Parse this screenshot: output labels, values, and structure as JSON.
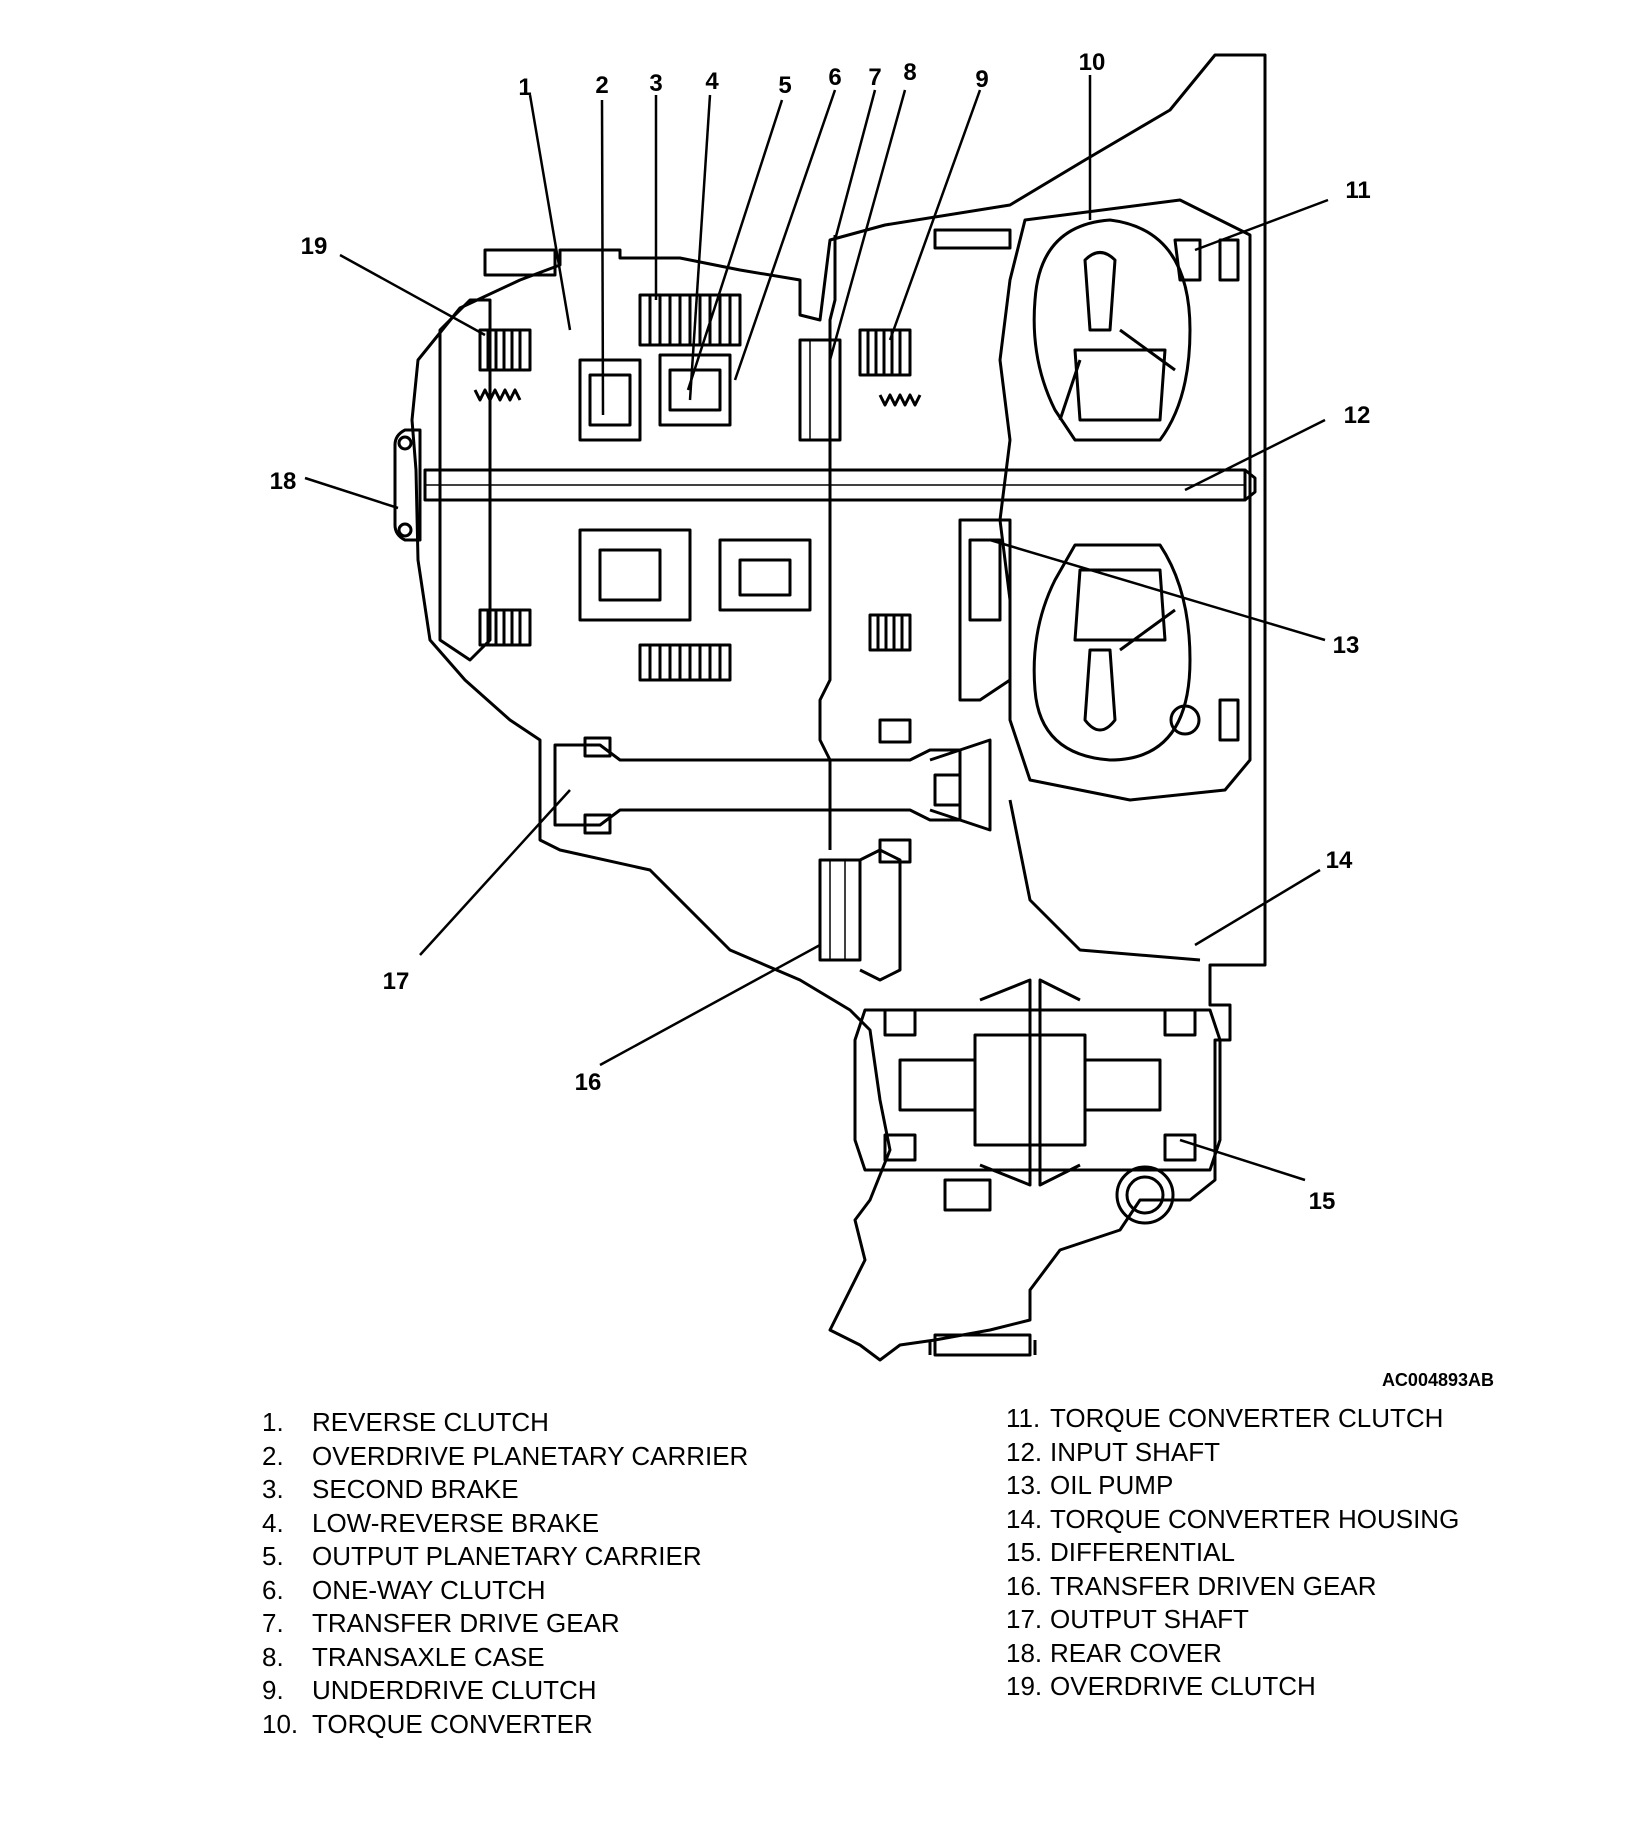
{
  "figure_code": "AC004893AB",
  "callouts": [
    "1",
    "2",
    "3",
    "4",
    "5",
    "6",
    "7",
    "8",
    "9",
    "10",
    "11",
    "12",
    "13",
    "14",
    "15",
    "16",
    "17",
    "18",
    "19"
  ],
  "legend": [
    {
      "num": "1.",
      "label": "REVERSE CLUTCH"
    },
    {
      "num": "2.",
      "label": "OVERDRIVE PLANETARY CARRIER"
    },
    {
      "num": "3.",
      "label": "SECOND BRAKE"
    },
    {
      "num": "4.",
      "label": "LOW-REVERSE BRAKE"
    },
    {
      "num": "5.",
      "label": "OUTPUT PLANETARY CARRIER"
    },
    {
      "num": "6.",
      "label": "ONE-WAY CLUTCH"
    },
    {
      "num": "7.",
      "label": "TRANSFER DRIVE GEAR"
    },
    {
      "num": "8.",
      "label": "TRANSAXLE CASE"
    },
    {
      "num": "9.",
      "label": "UNDERDRIVE CLUTCH"
    },
    {
      "num": "10.",
      "label": "TORQUE CONVERTER"
    },
    {
      "num": "11.",
      "label": "TORQUE CONVERTER CLUTCH"
    },
    {
      "num": "12.",
      "label": "INPUT SHAFT"
    },
    {
      "num": "13.",
      "label": "OIL PUMP"
    },
    {
      "num": "14.",
      "label": "TORQUE CONVERTER HOUSING"
    },
    {
      "num": "15.",
      "label": "DIFFERENTIAL"
    },
    {
      "num": "16.",
      "label": "TRANSFER DRIVEN GEAR"
    },
    {
      "num": "17.",
      "label": "OUTPUT SHAFT"
    },
    {
      "num": "18.",
      "label": "REAR COVER"
    },
    {
      "num": "19.",
      "label": "OVERDRIVE CLUTCH"
    }
  ]
}
